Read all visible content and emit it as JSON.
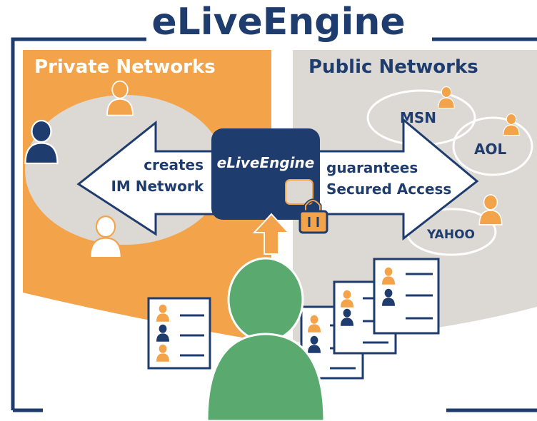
{
  "title": "eLiveEngine",
  "private": {
    "heading": "Private Networks",
    "arrow_line1": "creates",
    "arrow_line2": "IM Network"
  },
  "public": {
    "heading": "Public Networks",
    "arrow_line1": "guarantees",
    "arrow_line2": "Secured Access",
    "networks": [
      "MSN",
      "AOL",
      "YAHOO"
    ]
  },
  "engine_label": "eLiveEngine",
  "colors": {
    "navy": "#1f3c6e",
    "orange": "#f3a34a",
    "gray": "#dcd8d3",
    "green": "#5aaa6f",
    "white": "#ffffff"
  },
  "icons": {
    "user": "person-icon",
    "lock": "padlock-icon",
    "up_arrow": "up-arrow-icon",
    "contact_list": "contact-list-icon"
  }
}
